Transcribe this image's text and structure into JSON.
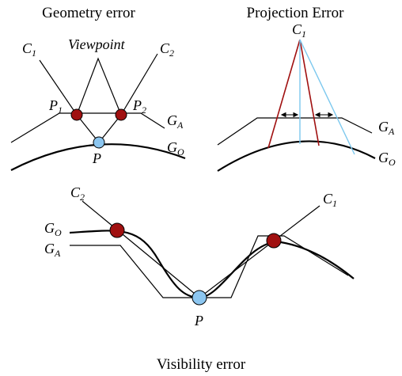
{
  "geometry_error": {
    "title": "Geometry error",
    "viewpoint": "Viewpoint",
    "c1": "C",
    "c1_sub": "1",
    "c2": "C",
    "c2_sub": "2",
    "p1": "P",
    "p1_sub": "1",
    "p2": "P",
    "p2_sub": "2",
    "p": "P",
    "ga": "G",
    "ga_sub": "A",
    "go": "G",
    "go_sub": "O"
  },
  "projection_error": {
    "title": "Projection Error",
    "c1": "C",
    "c1_sub": "1",
    "ga": "G",
    "ga_sub": "A",
    "go": "G",
    "go_sub": "O"
  },
  "visibility_error": {
    "title": "Visibility error",
    "c1": "C",
    "c1_sub": "1",
    "c2": "C",
    "c2_sub": "2",
    "go": "G",
    "go_sub": "O",
    "ga": "G",
    "ga_sub": "A",
    "p": "P"
  },
  "colors": {
    "red_point": "#a01010",
    "blue_point": "#8cc6f0",
    "red_ray": "#a01010",
    "blue_ray": "#7cc8ee",
    "line": "#000000"
  }
}
